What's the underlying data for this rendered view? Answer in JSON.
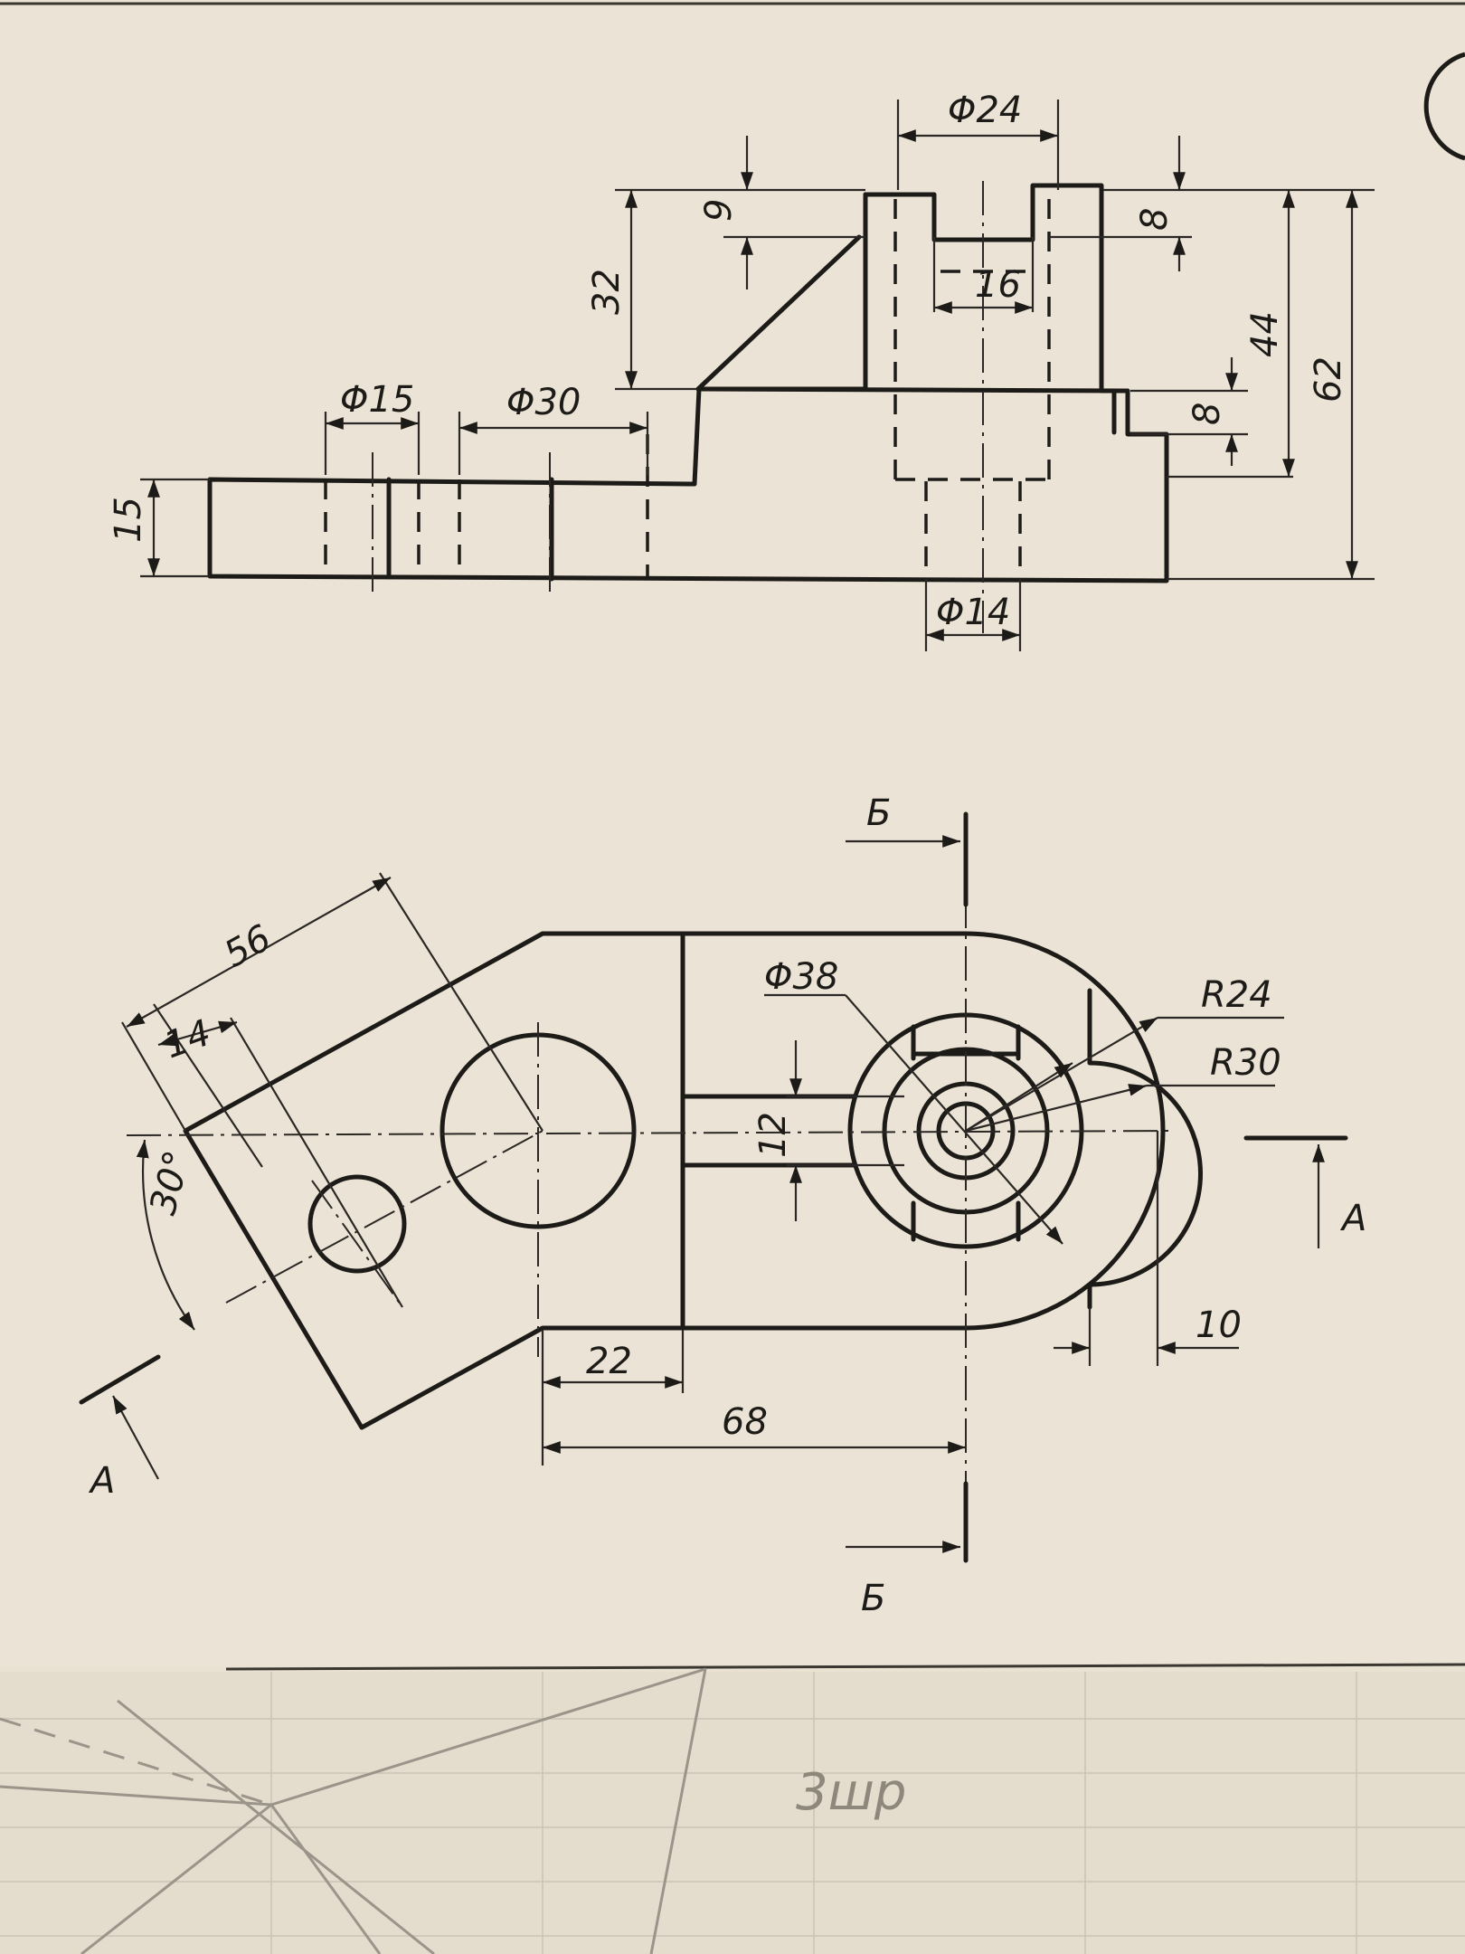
{
  "drawing": {
    "front_view": {
      "dimensions": {
        "dia_24": "Φ24",
        "dia_15": "Φ15",
        "dia_30": "Φ30",
        "dia_14": "Φ14",
        "d_9": "9",
        "d_32": "32",
        "d_8_top": "8",
        "d_16": "16",
        "d_44": "44",
        "d_62": "62",
        "d_8_step": "8",
        "d_15": "15"
      }
    },
    "top_view": {
      "dimensions": {
        "d_56": "56",
        "d_14": "14",
        "angle_30": "30°",
        "dia_38": "Φ38",
        "r_24": "R24",
        "r_30": "R30",
        "d_12": "12",
        "d_22": "22",
        "d_68": "68",
        "d_10": "10"
      },
      "section_marks": {
        "b_top": "Б",
        "b_bottom": "Б",
        "a_right": "A",
        "a_left": "A"
      }
    },
    "bottom_sheet": {
      "handwritten_note": "3шр"
    }
  },
  "colors": {
    "paper": "#e9e2d3",
    "ink": "#1d1b18",
    "pencil": "#9a948a"
  }
}
